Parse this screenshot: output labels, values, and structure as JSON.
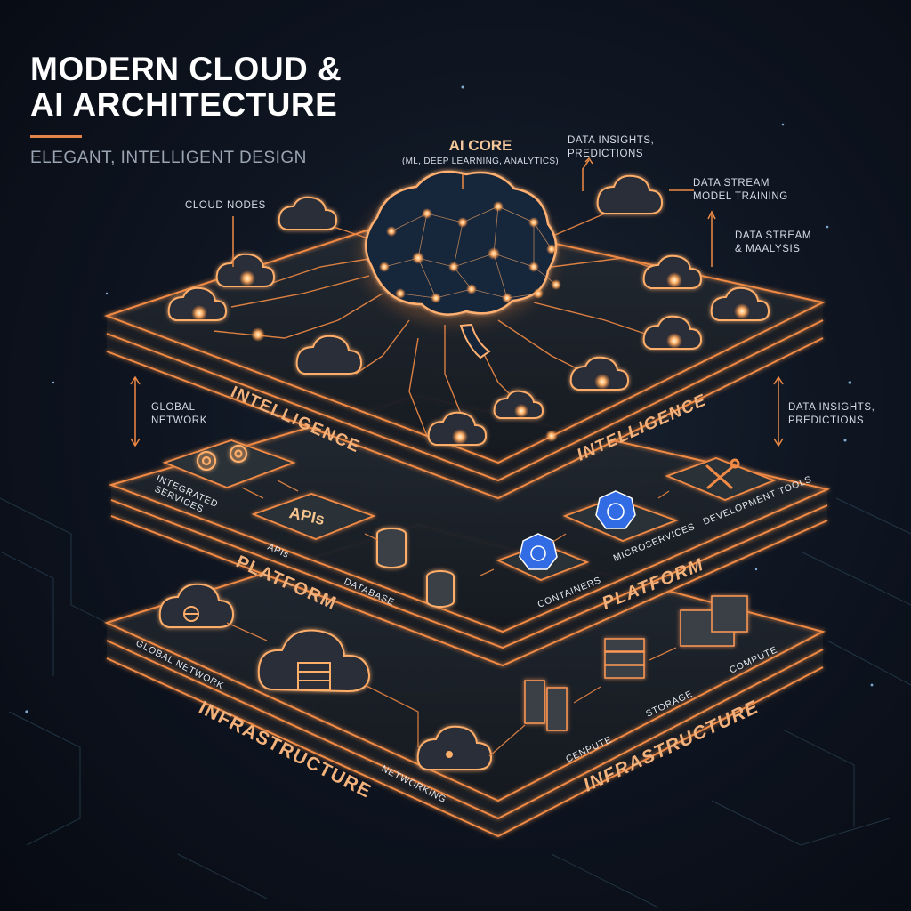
{
  "header": {
    "title_line1": "MODERN CLOUD &",
    "title_line2": "AI ARCHITECTURE",
    "subtitle": "ELEGANT, INTELLIGENT DESIGN"
  },
  "ai_core": {
    "title": "AI CORE",
    "subtitle": "(ML, DEEP LEARNING, ANALYTICS)"
  },
  "annotations": {
    "cloud_nodes": "CLOUD NODES",
    "data_insights_top_1": "DATA INSIGHTS,",
    "data_insights_top_2": "PREDICTIONS",
    "model_training_1": "DATA STREAM",
    "model_training_2": "MODEL TRAINING",
    "analysis_1": "DATA STREAM",
    "analysis_2": "& MAALYSIS",
    "global_network_1": "GLOBAL",
    "global_network_2": "NETWORK",
    "data_insights_side_1": "DATA INSIGHTS,",
    "data_insights_side_2": "PREDICTIONS"
  },
  "layers": {
    "intelligence": {
      "label": "INTELLIGENCE"
    },
    "platform": {
      "label": "PLATFORM",
      "cards": {
        "integrated_services": [
          "INTEGRATED",
          "SERVICES"
        ],
        "apis_badge": "APIs",
        "apis": "APIs",
        "database": "DATABASE",
        "containers": "CONTAINERS",
        "microservices": "MICROSERVICES",
        "development_tools": "DEVELOPMENT TOOLS"
      }
    },
    "infrastructure": {
      "label": "INFRASTRUCTURE",
      "cards": {
        "global_network": "GLOBAL NETWORK",
        "networking": "NETWORKING",
        "compute_left": "CENPUTE",
        "storage": "STORAGE",
        "compute_right": "COMPUTE"
      }
    }
  },
  "colors": {
    "background": "#0b111b",
    "accent_orange": "#f08a45",
    "glow_orange": "#ffb070",
    "kubernetes_blue": "#326ce5",
    "text_light": "#d7dde6"
  }
}
